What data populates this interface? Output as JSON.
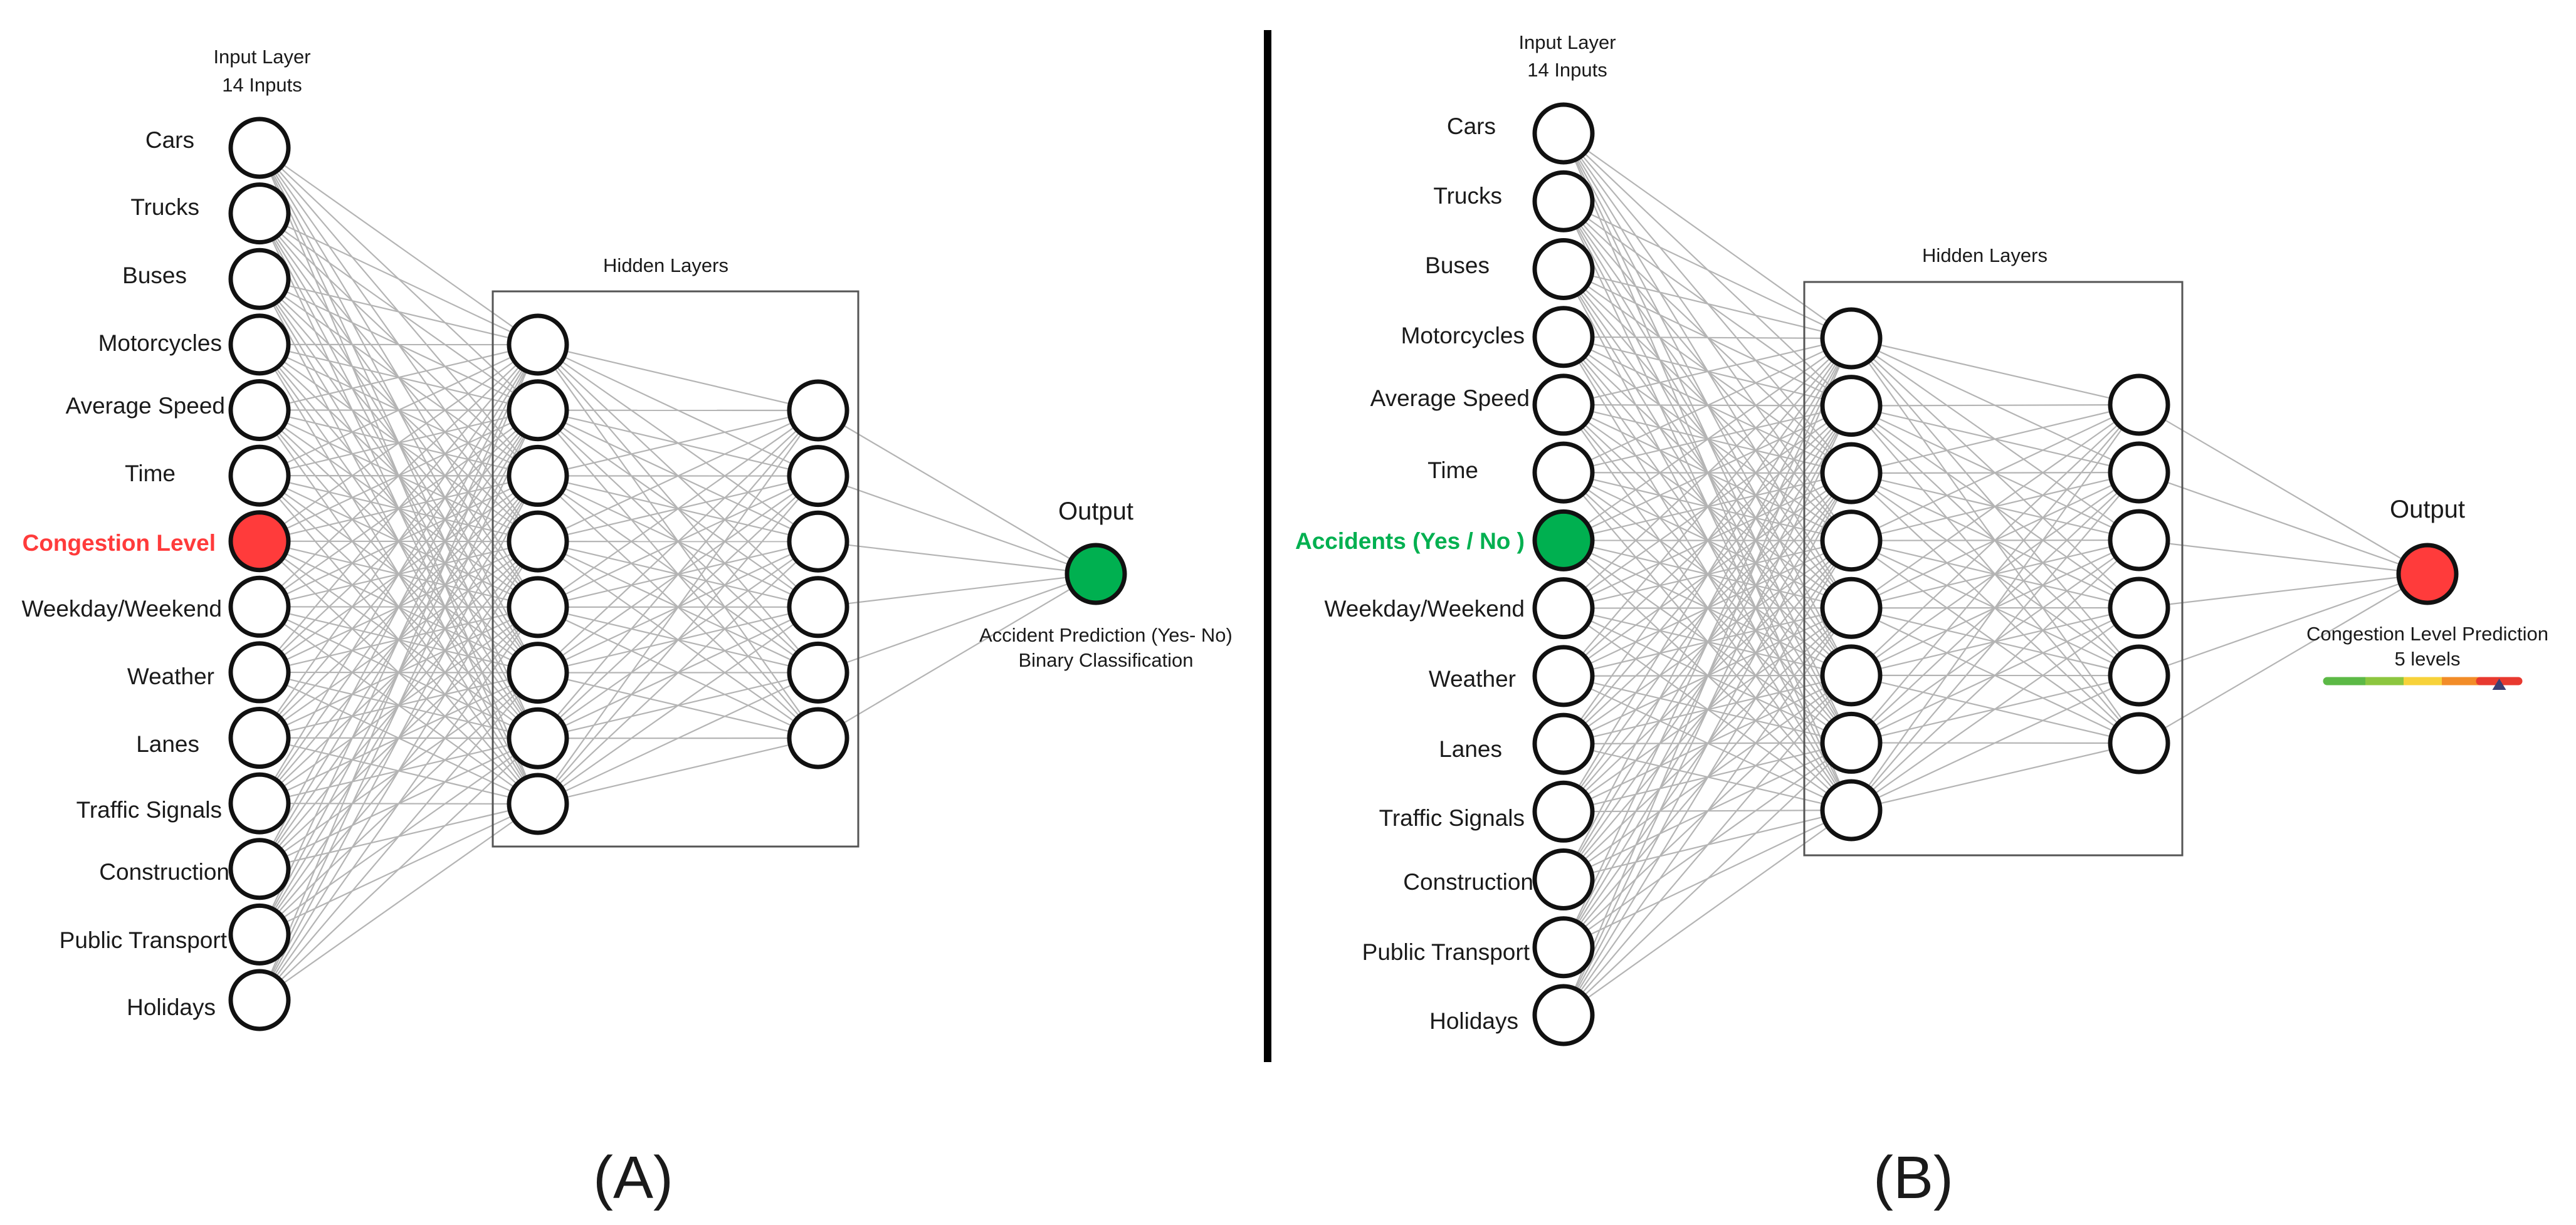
{
  "panels": [
    {
      "id": "A",
      "label": "(A)",
      "input_title_line1": "Input Layer",
      "input_title_line2": "14 Inputs",
      "inputs": [
        "Cars",
        "Trucks",
        "Buses",
        "Motorcycles",
        "Average Speed",
        "Time",
        "Congestion Level",
        "Weekday/Weekend",
        "Weather",
        "Lanes",
        "Traffic Signals",
        "Construction",
        "Public Transport",
        "Holidays"
      ],
      "highlight_index": 6,
      "highlight_color": "#ff3b3b",
      "hidden_title": "Hidden Layers",
      "hidden_layer_sizes": [
        8,
        6
      ],
      "output_title": "Output",
      "output_color": "#00b050",
      "output_desc_line1": "Accident Prediction (Yes- No)",
      "output_desc_line2": "Binary Classification"
    },
    {
      "id": "B",
      "label": "(B)",
      "input_title_line1": "Input Layer",
      "input_title_line2": "14 Inputs",
      "inputs": [
        "Cars",
        "Trucks",
        "Buses",
        "Motorcycles",
        "Average Speed",
        "Time",
        "Accidents (Yes / No )",
        "Weekday/Weekend",
        "Weather",
        "Lanes",
        "Traffic Signals",
        "Construction",
        "Public Transport",
        "Holidays"
      ],
      "highlight_index": 6,
      "highlight_color": "#00b050",
      "hidden_title": "Hidden Layers",
      "hidden_layer_sizes": [
        8,
        6
      ],
      "output_title": "Output",
      "output_color": "#ff3b3b",
      "output_desc_line1": "Congestion Level Prediction",
      "output_desc_line2": "5 levels",
      "level_scale": {
        "levels": 5,
        "colors": [
          "#5cb946",
          "#8cc63f",
          "#f7d23a",
          "#f28c28",
          "#e8392f"
        ],
        "marker_level": 5,
        "marker_color": "#3b3f73"
      }
    }
  ],
  "colors": {
    "edge": "#b4b4b4",
    "node_stroke": "#111111",
    "divider": "#000000"
  }
}
